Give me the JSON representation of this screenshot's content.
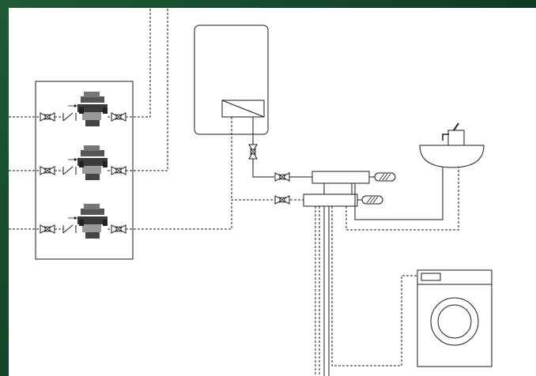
{
  "diagram": {
    "kind": "plumbing-schematic",
    "colors": {
      "frame": "#154a2c",
      "canvas": "#ffffff",
      "line": "#1a1a1a",
      "valve_fill": "#ffffff",
      "regulator_body": "#3a3a3a",
      "regulator_cap": "#8a8a8a"
    },
    "components": {
      "manifold_panel": {
        "regulator_count": 3,
        "icons": [
          "ball-valve-icon",
          "check-valve-icon",
          "pressure-regulator-icon",
          "ball-valve-icon"
        ]
      },
      "water_heater": {
        "icons": [
          "heat-exchanger-icon"
        ]
      },
      "distribution_manifold": {
        "collector_count": 2,
        "icons": [
          "end-cap-icon"
        ]
      },
      "wash_basin": {
        "icons": [
          "faucet-icon"
        ]
      },
      "washing_machine": {
        "icons": [
          "control-panel-icon",
          "drum-door-icon"
        ]
      }
    },
    "lines": {
      "hot": "solid",
      "cold": "dashed"
    }
  }
}
